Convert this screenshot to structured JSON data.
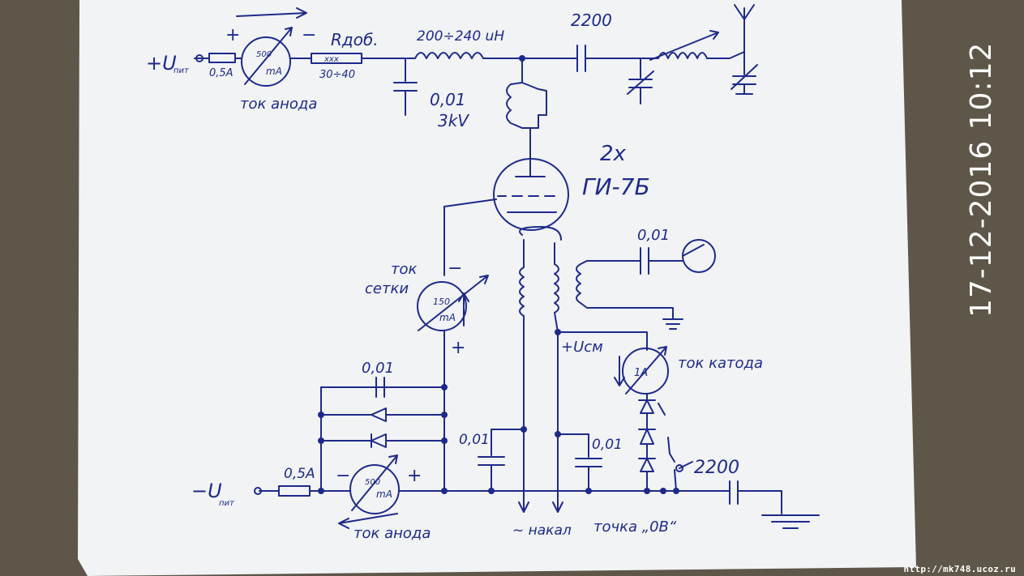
{
  "colors": {
    "ink": "#1e2a8a",
    "paper": "#f1f3f5",
    "background": "#5d5649",
    "stamp": "#ffffff"
  },
  "timestamp": "17-12-2016 10:12",
  "watermark": "http://mk748.ucoz.ru",
  "labels": {
    "u_plus": "+U",
    "u_plus_sub": "пит",
    "u_minus": "−U",
    "u_minus_sub": "пит",
    "fuse_top": "0,5A",
    "fuse_bottom": "0,5A",
    "meter_anode_top": "500",
    "meter_anode_top_unit": "mA",
    "meter_anode_bottom": "500",
    "meter_anode_bottom_unit": "mA",
    "meter_grid": "150",
    "meter_grid_unit": "mA",
    "meter_cathode": "1A",
    "plus": "+",
    "minus": "−",
    "r_dob": "Rдоб.",
    "r_dob_mark": "xxx",
    "r_dob_value": "30÷40",
    "tok_anoda_top": "ток анода",
    "tok_anoda_bottom": "ток анода",
    "tok_setki": "ток",
    "tok_setki2": "сетки",
    "tok_katoda": "ток катода",
    "choke": "200÷240 uH",
    "cap_blocking": "0,01",
    "cap_voltage": "3kV",
    "cap_2200_top": "2200",
    "cap_2200_bottom": "2200",
    "tube_count": "2x",
    "tube_type": "ГИ-7Б",
    "cap_input": "0,01",
    "cap_grid": "0,01",
    "cap_heater1": "0,01",
    "cap_heater2": "0,01",
    "u_bias": "+Uсм",
    "heater": "~ накал",
    "zero_point": "точка „0В“"
  }
}
